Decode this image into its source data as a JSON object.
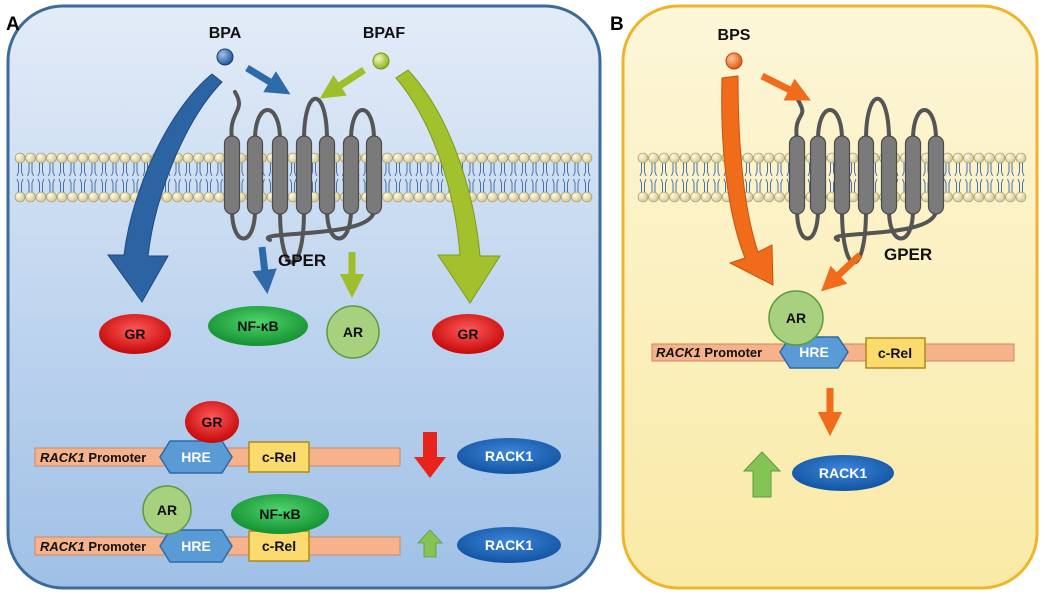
{
  "panels": {
    "a": {
      "letter": "A",
      "ligands": {
        "bpa": "BPA",
        "bpaf": "BPAF"
      },
      "receptor": "GPER",
      "targets": {
        "gr_left": "GR",
        "nfkb": "NF-κB",
        "ar": "AR",
        "gr_right": "GR"
      },
      "promoter_1": {
        "gene": "RACK1",
        "suffix": " Promoter",
        "hre": "HRE",
        "crel": "c-Rel",
        "bound": "GR",
        "output": "RACK1"
      },
      "promoter_2": {
        "gene": "RACK1",
        "suffix": " Promoter",
        "hre": "HRE",
        "crel": "c-Rel",
        "bound_ar": "AR",
        "bound_nfkb": "NF-κB",
        "output": "RACK1"
      }
    },
    "b": {
      "letter": "B",
      "ligand": "BPS",
      "receptor": "GPER",
      "promoter": {
        "gene": "RACK1",
        "suffix": " Promoter",
        "hre": "HRE",
        "crel": "c-Rel",
        "bound": "AR"
      },
      "output": "RACK1"
    }
  },
  "colors": {
    "panel_a_border": "#3a6b9b",
    "panel_b_border": "#f0b429",
    "bpa": "#2f5f9e",
    "bpaf": "#a4c02c",
    "bps": "#f06b1a",
    "gr": "#d81010",
    "nfkb": "#17a03a",
    "ar": "#a7d17e",
    "rack1": "#1460b8",
    "hre": "#5b9bd5",
    "crel": "#fbdb6e",
    "promoter": "#f6b28a",
    "down_arrow": "#e8231c",
    "up_arrow": "#84c454",
    "receptor": "#7a7a7a"
  }
}
